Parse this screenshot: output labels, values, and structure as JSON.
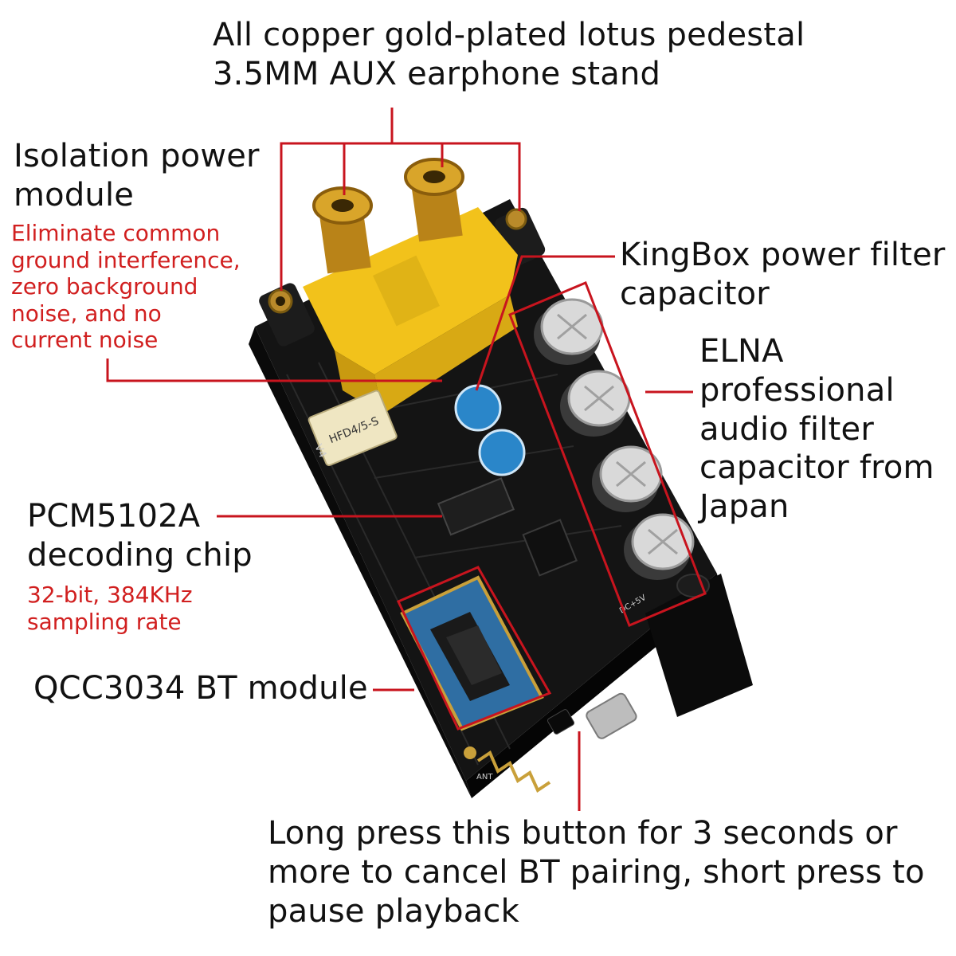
{
  "callouts": {
    "aux": {
      "title": "All copper gold-plated lotus pedestal\n3.5MM AUX earphone stand"
    },
    "isolation": {
      "title": "Isolation power\nmodule",
      "detail": "Eliminate common\nground interference,\nzero background\nnoise, and no\ncurrent noise"
    },
    "kingbox": {
      "title": "KingBox power filter\ncapacitor"
    },
    "elna": {
      "title": "ELNA\nprofessional\naudio filter\ncapacitor from\nJapan"
    },
    "pcm": {
      "title": "PCM5102A\ndecoding chip",
      "detail": "32-bit, 384KHz\nsampling rate"
    },
    "qcc": {
      "title": "QCC3034 BT module"
    },
    "button": {
      "title": "Long press this button for 3 seconds or\nmore to cancel BT pairing, short press to\npause playback"
    }
  },
  "board_markings": {
    "version": "V4",
    "relay": "HFD4/5-S",
    "antenna": "ANT",
    "power": "DC+5V"
  },
  "colors": {
    "callout_line": "#c8141e",
    "callout_text": "#111111",
    "detail_text": "#d11f1f",
    "pcb": "#141414",
    "rca_gold": "#c9941c",
    "rca_housing": "#f2c21b",
    "bt_module": "#2f6ea3"
  }
}
